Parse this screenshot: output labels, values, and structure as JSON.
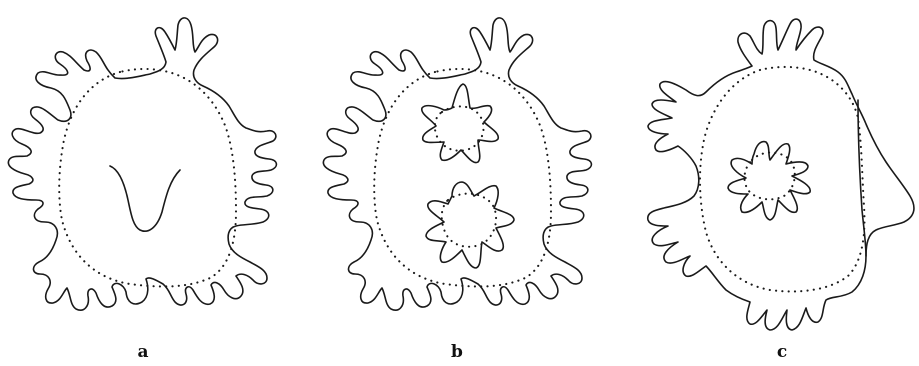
{
  "figure": {
    "panels": [
      {
        "label": "a",
        "description_icon": "cell-with-v-shaped-body"
      },
      {
        "label": "b",
        "description_icon": "cell-with-two-star-inclusions"
      },
      {
        "label": "c",
        "description_icon": "cell-with-one-star-inclusion-and-lobe"
      }
    ]
  }
}
